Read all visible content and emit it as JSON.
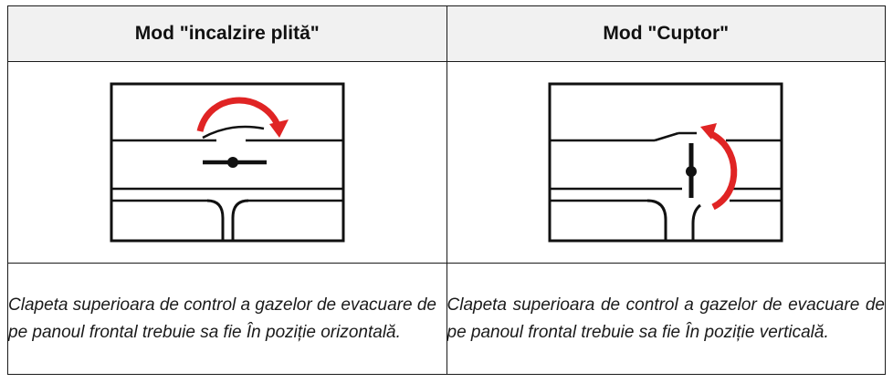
{
  "table": {
    "columns": [
      {
        "header": "Mod \"incalzire plită\"",
        "illustration": {
          "icon": "damper-horizontal-diagram",
          "arrow_color": "#e02424"
        },
        "caption": "Clapeta superioara de control a gazelor de evacuare de pe panoul frontal trebuie sa fie În poziție orizontală."
      },
      {
        "header": "Mod \"Cuptor\"",
        "illustration": {
          "icon": "damper-vertical-diagram",
          "arrow_color": "#e02424"
        },
        "caption": "Clapeta superioara de control a gazelor de evacuare de pe panoul frontal trebuie sa fie În poziție verticală."
      }
    ]
  }
}
